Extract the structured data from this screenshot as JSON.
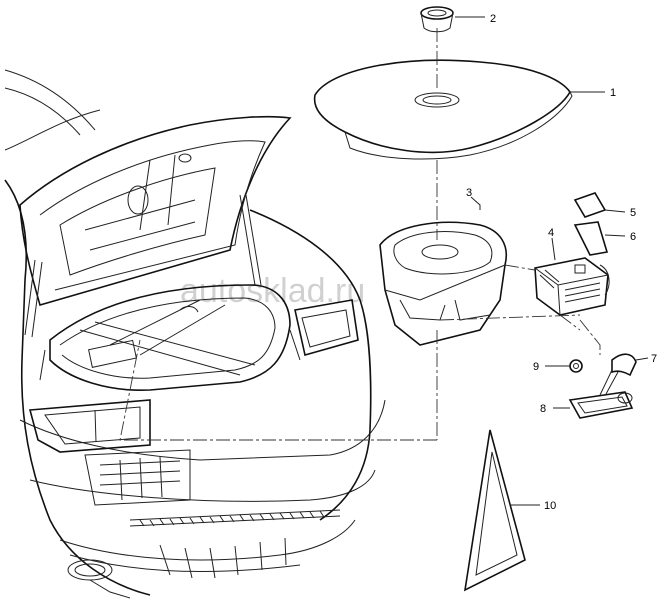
{
  "watermark": "autosklad.ru",
  "callouts": [
    {
      "id": "1",
      "label": "1"
    },
    {
      "id": "2",
      "label": "2"
    },
    {
      "id": "3",
      "label": "3"
    },
    {
      "id": "4",
      "label": "4"
    },
    {
      "id": "5",
      "label": "5"
    },
    {
      "id": "6",
      "label": "6"
    },
    {
      "id": "7",
      "label": "7"
    },
    {
      "id": "8",
      "label": "8"
    },
    {
      "id": "9",
      "label": "9"
    },
    {
      "id": "10",
      "label": "10"
    }
  ]
}
